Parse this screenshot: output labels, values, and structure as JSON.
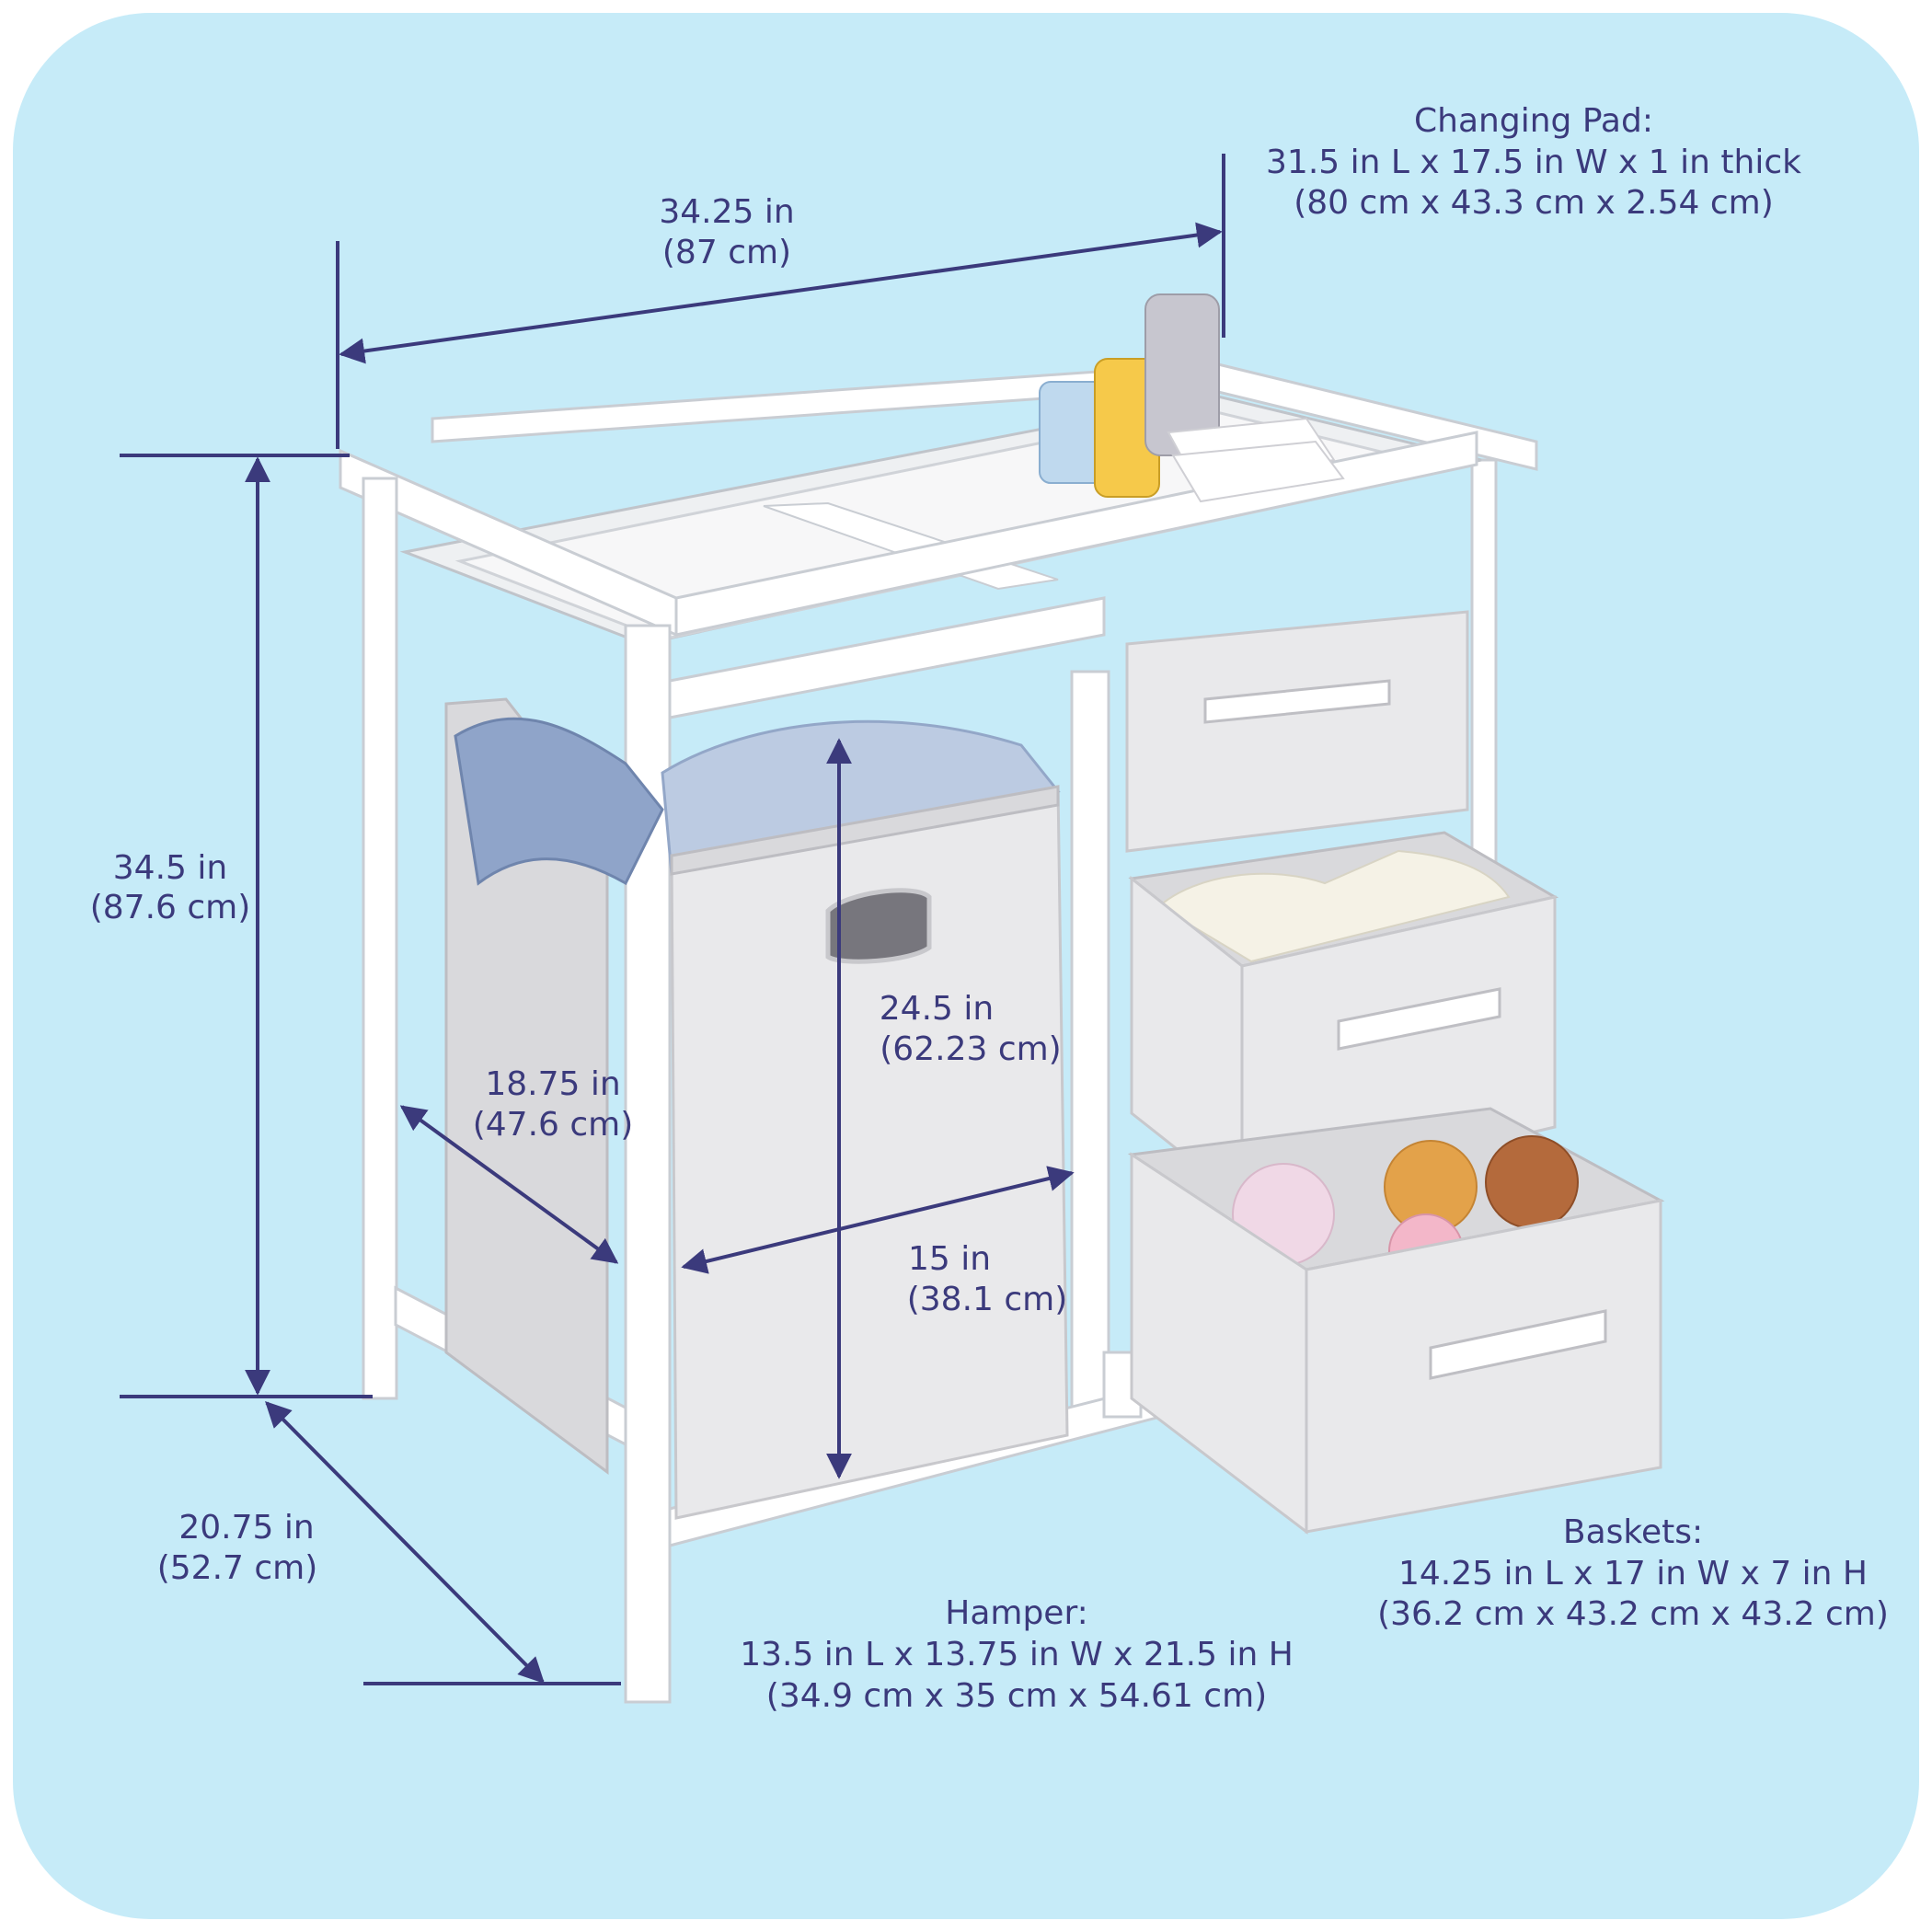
{
  "colors": {
    "background_panel": "#c6ebf8",
    "dimension_ink": "#3b3a7c",
    "furniture": "#ffffff",
    "fabric": "#e9e9eb",
    "towel": "#8fa4c9"
  },
  "dimensions": {
    "overall_width": {
      "imperial": "34.25 in",
      "metric": "(87 cm)"
    },
    "overall_height": {
      "imperial": "34.5 in",
      "metric": "(87.6 cm)"
    },
    "overall_depth": {
      "imperial": "20.75 in",
      "metric": "(52.7 cm)"
    },
    "hamper_height": {
      "imperial": "24.5 in",
      "metric": "(62.23 cm)"
    },
    "hamper_depth": {
      "imperial": "18.75 in",
      "metric": "(47.6 cm)"
    },
    "hamper_width": {
      "imperial": "15 in",
      "metric": "(38.1 cm)"
    }
  },
  "callouts": {
    "changing_pad": {
      "title": "Changing Pad:",
      "imperial": "31.5 in L x 17.5 in W x 1 in thick",
      "metric": "(80 cm x 43.3 cm x 2.54 cm)"
    },
    "hamper": {
      "title": "Hamper:",
      "imperial": "13.5 in L x 13.75 in W x 21.5 in H",
      "metric": "(34.9 cm x 35 cm x 54.61 cm)"
    },
    "baskets": {
      "title": "Baskets:",
      "imperial": "14.25 in L x 17 in W x 7 in H",
      "metric": "(36.2 cm x 43.2 cm x 43.2 cm)"
    }
  },
  "icons": [
    "changing-table-illustration",
    "dimension-arrow"
  ]
}
